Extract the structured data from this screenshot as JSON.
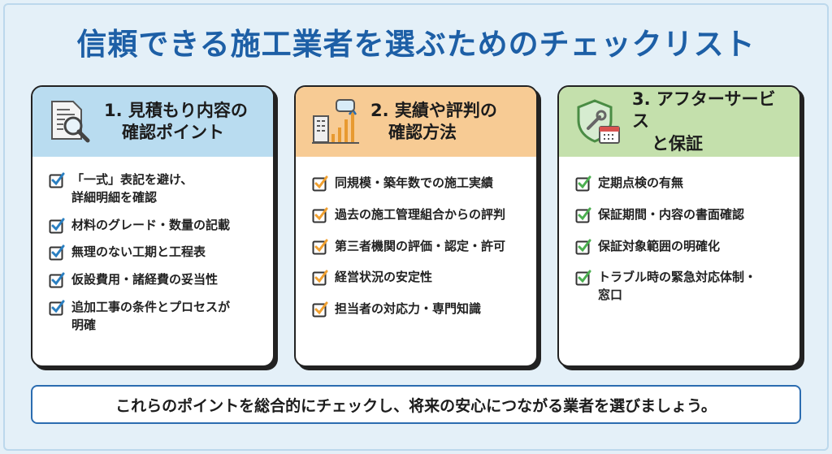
{
  "title": "信頼できる施工業者を選ぶためのチェックリスト",
  "colors": {
    "title": "#1d5fa6",
    "card1_header": "#b9dcf0",
    "card2_header": "#f7cb94",
    "card3_header": "#c4e0ac",
    "check1": "#2a7fc1",
    "check2": "#f0a030",
    "check3": "#4caf50"
  },
  "cards": [
    {
      "icon": "document-magnifier-icon",
      "title_line1": "1. 見積もり内容の",
      "title_line2": "確認ポイント",
      "items": [
        "「一式」表記を避け、\n詳細明細を確認",
        "材料のグレード・数量の記載",
        "無理のない工期と工程表",
        "仮設費用・諸経費の妥当性",
        "追加工事の条件とプロセスが\n明確"
      ]
    },
    {
      "icon": "building-chart-chat-icon",
      "title_line1": "2. 実績や評判の",
      "title_line2": "確認方法",
      "items": [
        "同規模・築年数での施工実績",
        "過去の施工管理組合からの評判",
        "第三者機関の評価・認定・許可",
        "経営状況の安定性",
        "担当者の対応力・専門知識"
      ]
    },
    {
      "icon": "shield-wrench-calendar-icon",
      "title_line1": "3. アフターサービス",
      "title_line2": "と保証",
      "items": [
        "定期点検の有無",
        "保証期間・内容の書面確認",
        "保証対象範囲の明確化",
        "トラブル時の緊急対応体制・\n窓口"
      ]
    }
  ],
  "footer": "これらのポイントを総合的にチェックし、将来の安心につながる業者を選びましょう。"
}
